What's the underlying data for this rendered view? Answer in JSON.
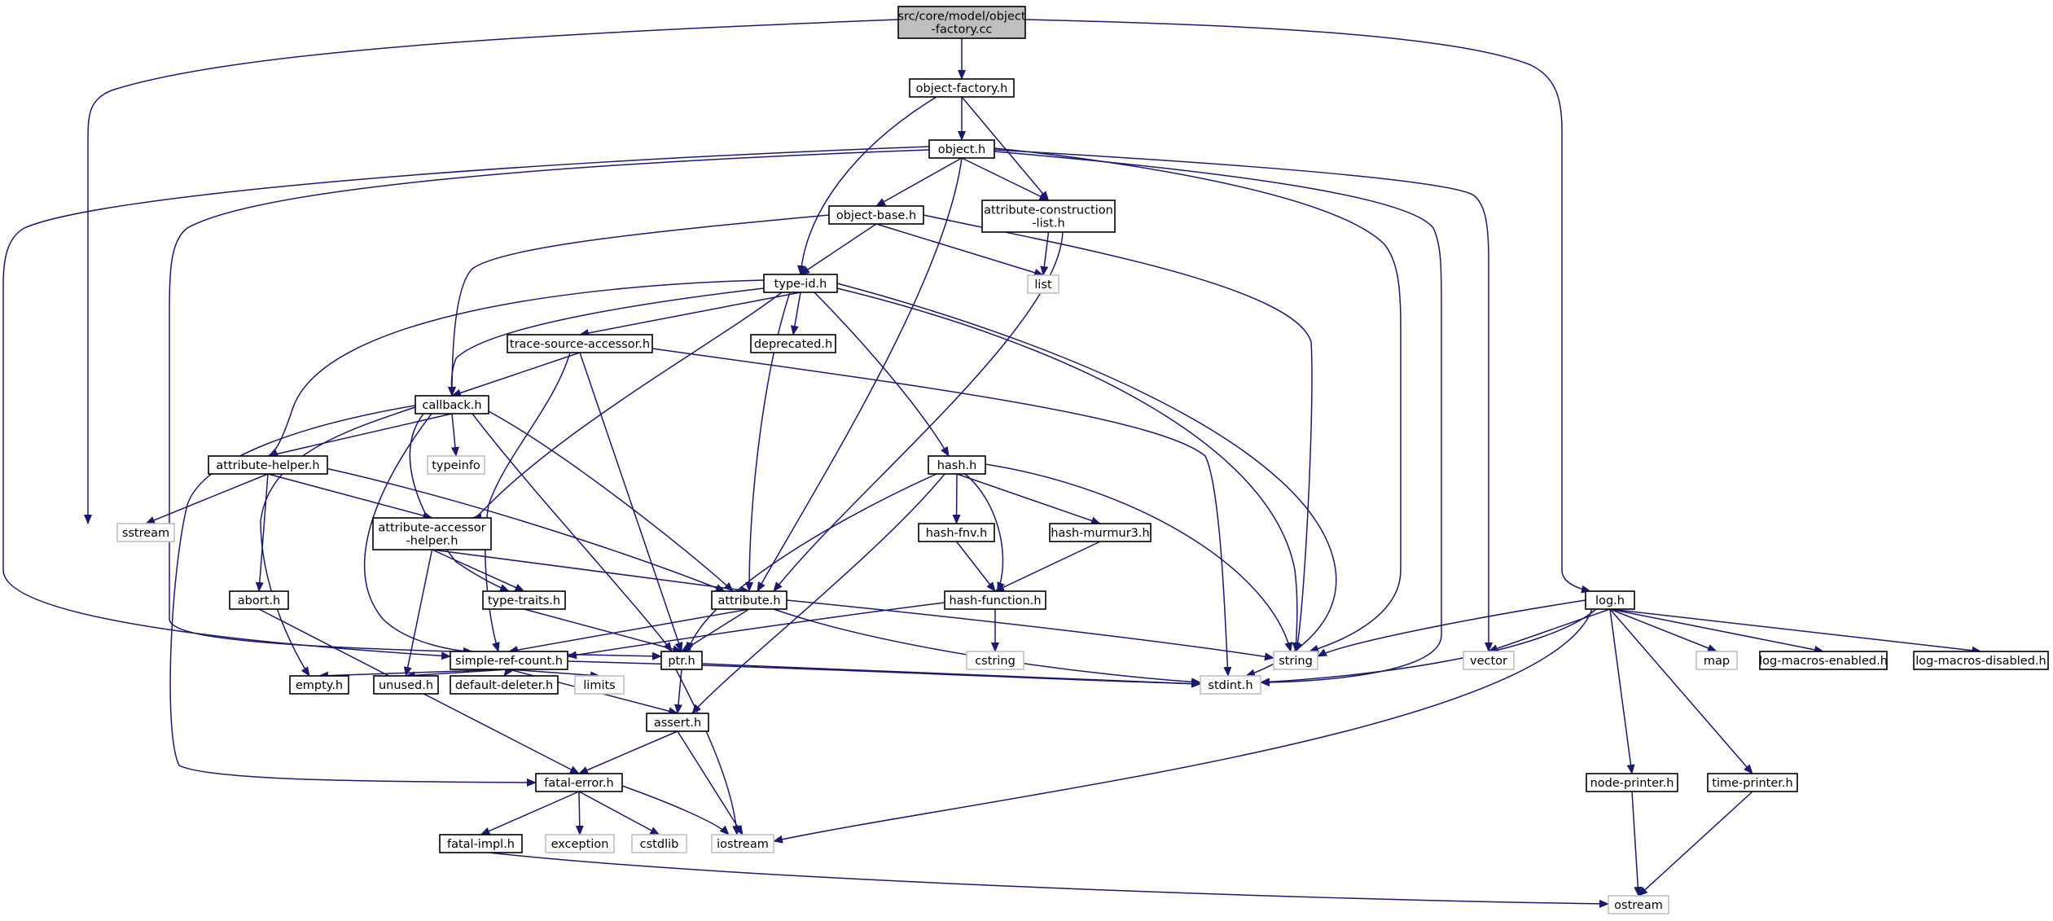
{
  "colors": {
    "edge": "#191970",
    "box_border": "#000000",
    "external_border": "#bfbfbf",
    "root_fill": "#bfbfbf",
    "fill": "#ffffff"
  },
  "nodes": {
    "root": {
      "lines": [
        "src/core/model/object",
        "-factory.cc"
      ],
      "kind": "root"
    },
    "object_factory_h": {
      "lines": [
        "object-factory.h"
      ],
      "kind": "local"
    },
    "object_h": {
      "lines": [
        "object.h"
      ],
      "kind": "local"
    },
    "object_base_h": {
      "lines": [
        "object-base.h"
      ],
      "kind": "local"
    },
    "attr_construction_list_h": {
      "lines": [
        "attribute-construction",
        "-list.h"
      ],
      "kind": "local"
    },
    "list": {
      "lines": [
        "list"
      ],
      "kind": "external"
    },
    "type_id_h": {
      "lines": [
        "type-id.h"
      ],
      "kind": "local"
    },
    "trace_source_accessor_h": {
      "lines": [
        "trace-source-accessor.h"
      ],
      "kind": "local"
    },
    "deprecated_h": {
      "lines": [
        "deprecated.h"
      ],
      "kind": "local"
    },
    "callback_h": {
      "lines": [
        "callback.h"
      ],
      "kind": "local"
    },
    "typeinfo": {
      "lines": [
        "typeinfo"
      ],
      "kind": "external"
    },
    "attribute_helper_h": {
      "lines": [
        "attribute-helper.h"
      ],
      "kind": "local"
    },
    "sstream": {
      "lines": [
        "sstream"
      ],
      "kind": "external"
    },
    "attribute_accessor_helper_h": {
      "lines": [
        "attribute-accessor",
        "-helper.h"
      ],
      "kind": "local"
    },
    "abort_h": {
      "lines": [
        "abort.h"
      ],
      "kind": "local"
    },
    "type_traits_h": {
      "lines": [
        "type-traits.h"
      ],
      "kind": "local"
    },
    "attribute_h": {
      "lines": [
        "attribute.h"
      ],
      "kind": "local"
    },
    "hash_h": {
      "lines": [
        "hash.h"
      ],
      "kind": "local"
    },
    "hash_fnv_h": {
      "lines": [
        "hash-fnv.h"
      ],
      "kind": "local"
    },
    "hash_murmur3_h": {
      "lines": [
        "hash-murmur3.h"
      ],
      "kind": "local"
    },
    "hash_function_h": {
      "lines": [
        "hash-function.h"
      ],
      "kind": "local"
    },
    "cstring": {
      "lines": [
        "cstring"
      ],
      "kind": "external"
    },
    "simple_ref_count_h": {
      "lines": [
        "simple-ref-count.h"
      ],
      "kind": "local"
    },
    "ptr_h": {
      "lines": [
        "ptr.h"
      ],
      "kind": "local"
    },
    "empty_h": {
      "lines": [
        "empty.h"
      ],
      "kind": "local"
    },
    "unused_h": {
      "lines": [
        "unused.h"
      ],
      "kind": "local"
    },
    "default_deleter_h": {
      "lines": [
        "default-deleter.h"
      ],
      "kind": "local"
    },
    "limits": {
      "lines": [
        "limits"
      ],
      "kind": "external"
    },
    "assert_h": {
      "lines": [
        "assert.h"
      ],
      "kind": "local"
    },
    "stdint_h": {
      "lines": [
        "stdint.h"
      ],
      "kind": "external"
    },
    "string": {
      "lines": [
        "string"
      ],
      "kind": "external"
    },
    "vector": {
      "lines": [
        "vector"
      ],
      "kind": "external"
    },
    "log_h": {
      "lines": [
        "log.h"
      ],
      "kind": "local"
    },
    "map": {
      "lines": [
        "map"
      ],
      "kind": "external"
    },
    "log_macros_enabled_h": {
      "lines": [
        "log-macros-enabled.h"
      ],
      "kind": "local"
    },
    "log_macros_disabled_h": {
      "lines": [
        "log-macros-disabled.h"
      ],
      "kind": "local"
    },
    "fatal_error_h": {
      "lines": [
        "fatal-error.h"
      ],
      "kind": "local"
    },
    "fatal_impl_h": {
      "lines": [
        "fatal-impl.h"
      ],
      "kind": "local"
    },
    "exception": {
      "lines": [
        "exception"
      ],
      "kind": "external"
    },
    "cstdlib": {
      "lines": [
        "cstdlib"
      ],
      "kind": "external"
    },
    "iostream": {
      "lines": [
        "iostream"
      ],
      "kind": "external"
    },
    "node_printer_h": {
      "lines": [
        "node-printer.h"
      ],
      "kind": "local"
    },
    "time_printer_h": {
      "lines": [
        "time-printer.h"
      ],
      "kind": "local"
    },
    "ostream": {
      "lines": [
        "ostream"
      ],
      "kind": "external"
    }
  },
  "edges": [
    [
      "root",
      "object_factory_h"
    ],
    [
      "root",
      "sstream"
    ],
    [
      "root",
      "log_h"
    ],
    [
      "object_factory_h",
      "object_h"
    ],
    [
      "object_factory_h",
      "attr_construction_list_h"
    ],
    [
      "object_factory_h",
      "type_id_h"
    ],
    [
      "object_h",
      "object_base_h"
    ],
    [
      "object_h",
      "attr_construction_list_h"
    ],
    [
      "object_h",
      "attribute_h"
    ],
    [
      "object_h",
      "string"
    ],
    [
      "object_h",
      "vector"
    ],
    [
      "object_h",
      "stdint_h"
    ],
    [
      "object_h",
      "ptr_h"
    ],
    [
      "object_h",
      "simple_ref_count_h"
    ],
    [
      "object_base_h",
      "type_id_h"
    ],
    [
      "object_base_h",
      "callback_h"
    ],
    [
      "object_base_h",
      "list"
    ],
    [
      "object_base_h",
      "string"
    ],
    [
      "attr_construction_list_h",
      "list"
    ],
    [
      "attr_construction_list_h",
      "attribute_h"
    ],
    [
      "type_id_h",
      "trace_source_accessor_h"
    ],
    [
      "type_id_h",
      "deprecated_h"
    ],
    [
      "type_id_h",
      "hash_h"
    ],
    [
      "type_id_h",
      "callback_h"
    ],
    [
      "type_id_h",
      "attribute_helper_h"
    ],
    [
      "type_id_h",
      "attribute_accessor_helper_h"
    ],
    [
      "type_id_h",
      "attribute_h"
    ],
    [
      "type_id_h",
      "string"
    ],
    [
      "type_id_h",
      "stdint_h"
    ],
    [
      "trace_source_accessor_h",
      "callback_h"
    ],
    [
      "trace_source_accessor_h",
      "ptr_h"
    ],
    [
      "trace_source_accessor_h",
      "simple_ref_count_h"
    ],
    [
      "trace_source_accessor_h",
      "stdint_h"
    ],
    [
      "callback_h",
      "typeinfo"
    ],
    [
      "callback_h",
      "attribute_helper_h"
    ],
    [
      "callback_h",
      "attribute_h"
    ],
    [
      "callback_h",
      "ptr_h"
    ],
    [
      "callback_h",
      "simple_ref_count_h"
    ],
    [
      "callback_h",
      "type_traits_h"
    ],
    [
      "callback_h",
      "empty_h"
    ],
    [
      "callback_h",
      "fatal_error_h"
    ],
    [
      "attribute_helper_h",
      "sstream"
    ],
    [
      "attribute_helper_h",
      "attribute_accessor_helper_h"
    ],
    [
      "attribute_helper_h",
      "abort_h"
    ],
    [
      "attribute_helper_h",
      "attribute_h"
    ],
    [
      "attribute_accessor_helper_h",
      "type_traits_h"
    ],
    [
      "attribute_accessor_helper_h",
      "attribute_h"
    ],
    [
      "attribute_accessor_helper_h",
      "unused_h"
    ],
    [
      "abort_h",
      "fatal_error_h"
    ],
    [
      "type_traits_h",
      "ptr_h"
    ],
    [
      "attribute_h",
      "simple_ref_count_h"
    ],
    [
      "attribute_h",
      "ptr_h"
    ],
    [
      "attribute_h",
      "string"
    ],
    [
      "attribute_h",
      "stdint_h"
    ],
    [
      "hash_h",
      "hash_fnv_h"
    ],
    [
      "hash_h",
      "hash_murmur3_h"
    ],
    [
      "hash_h",
      "hash_function_h"
    ],
    [
      "hash_h",
      "string"
    ],
    [
      "hash_h",
      "ptr_h"
    ],
    [
      "hash_h",
      "assert_h"
    ],
    [
      "hash_fnv_h",
      "hash_function_h"
    ],
    [
      "hash_murmur3_h",
      "hash_function_h"
    ],
    [
      "hash_function_h",
      "cstring"
    ],
    [
      "hash_function_h",
      "simple_ref_count_h"
    ],
    [
      "simple_ref_count_h",
      "empty_h"
    ],
    [
      "simple_ref_count_h",
      "unused_h"
    ],
    [
      "simple_ref_count_h",
      "default_deleter_h"
    ],
    [
      "simple_ref_count_h",
      "limits"
    ],
    [
      "simple_ref_count_h",
      "assert_h"
    ],
    [
      "simple_ref_count_h",
      "stdint_h"
    ],
    [
      "ptr_h",
      "assert_h"
    ],
    [
      "ptr_h",
      "iostream"
    ],
    [
      "ptr_h",
      "stdint_h"
    ],
    [
      "assert_h",
      "fatal_error_h"
    ],
    [
      "assert_h",
      "iostream"
    ],
    [
      "log_h",
      "string"
    ],
    [
      "log_h",
      "vector"
    ],
    [
      "log_h",
      "map"
    ],
    [
      "log_h",
      "log_macros_enabled_h"
    ],
    [
      "log_h",
      "log_macros_disabled_h"
    ],
    [
      "log_h",
      "stdint_h"
    ],
    [
      "log_h",
      "iostream"
    ],
    [
      "log_h",
      "node_printer_h"
    ],
    [
      "log_h",
      "time_printer_h"
    ],
    [
      "fatal_error_h",
      "fatal_impl_h"
    ],
    [
      "fatal_error_h",
      "exception"
    ],
    [
      "fatal_error_h",
      "cstdlib"
    ],
    [
      "fatal_error_h",
      "iostream"
    ],
    [
      "fatal_impl_h",
      "ostream"
    ],
    [
      "node_printer_h",
      "ostream"
    ],
    [
      "time_printer_h",
      "ostream"
    ]
  ]
}
